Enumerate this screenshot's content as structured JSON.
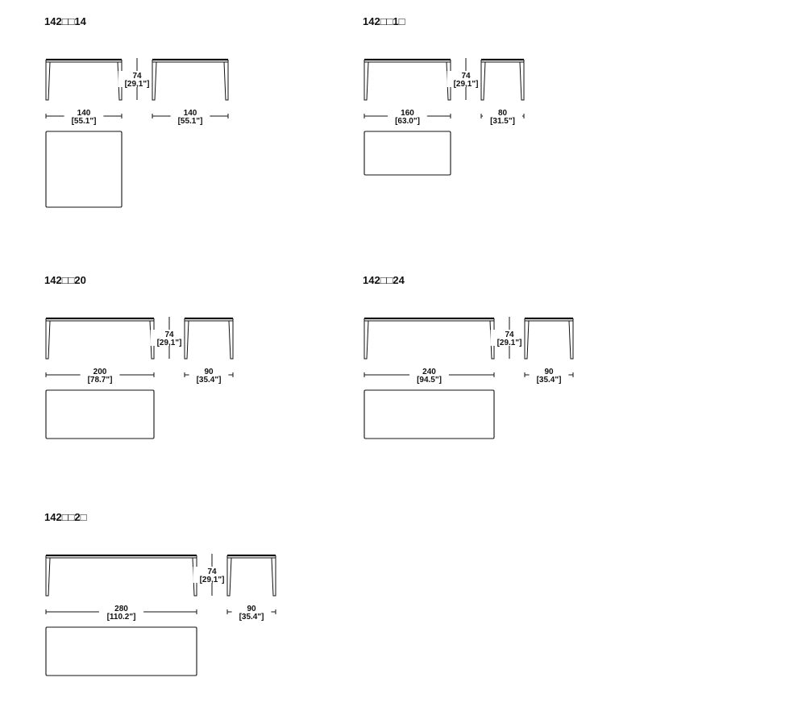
{
  "tables": [
    {
      "code": "142□□14",
      "length": {
        "cm": "140",
        "in": "[55.1\"]"
      },
      "width": {
        "cm": "140",
        "in": "[55.1\"]"
      },
      "height": {
        "cm": "74",
        "in": "[29,1\"]"
      }
    },
    {
      "code": "142□□1□",
      "length": {
        "cm": "160",
        "in": "[63.0\"]"
      },
      "width": {
        "cm": "80",
        "in": "[31.5\"]"
      },
      "height": {
        "cm": "74",
        "in": "[29,1\"]"
      }
    },
    {
      "code": "142□□20",
      "length": {
        "cm": "200",
        "in": "[78.7\"]"
      },
      "width": {
        "cm": "90",
        "in": "[35.4\"]"
      },
      "height": {
        "cm": "74",
        "in": "[29,1\"]"
      }
    },
    {
      "code": "142□□24",
      "length": {
        "cm": "240",
        "in": "[94.5\"]"
      },
      "width": {
        "cm": "90",
        "in": "[35.4\"]"
      },
      "height": {
        "cm": "74",
        "in": "[29.1\"]"
      }
    },
    {
      "code": "142□□2□",
      "length": {
        "cm": "280",
        "in": "[110.2\"]"
      },
      "width": {
        "cm": "90",
        "in": "[35.4\"]"
      },
      "height": {
        "cm": "74",
        "in": "[29,1\"]"
      }
    }
  ]
}
